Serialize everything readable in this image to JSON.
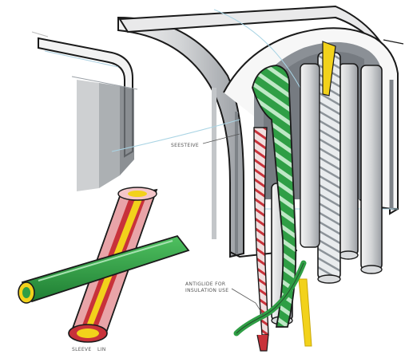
{
  "annotations": {
    "profile_label": "SEESTEIVE",
    "cable_note_line1": "ANTIGLIDE FOR",
    "cable_note_line2": "INSULATION USE",
    "cut_label_left": "SLEEVE",
    "cut_label_right": "LIN"
  },
  "colors": {
    "outline": "#1a1a1a",
    "grey_light": "#e6e6e6",
    "grey_mid": "#b9bcc0",
    "grey_dark": "#7d8288",
    "green": "#2f9e45",
    "green_dark": "#17692a",
    "red": "#c8323a",
    "yellow": "#f2d21b",
    "teal": "#2a8f7a"
  }
}
